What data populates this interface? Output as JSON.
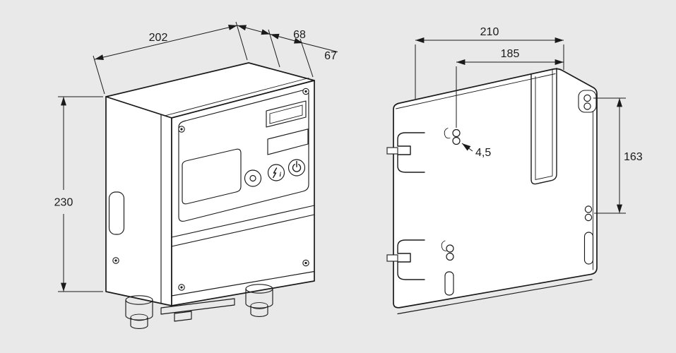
{
  "colors": {
    "background": "#e9e9e9",
    "line": "#1a1a1a",
    "surface": "#ffffff"
  },
  "front_view": {
    "dimensions": {
      "width": "202",
      "depth_rear": "68",
      "depth_front": "67",
      "height": "230"
    },
    "panel": {
      "info_button_label": "i"
    }
  },
  "back_view": {
    "dimensions": {
      "overall_width": "210",
      "hole_spacing_width": "185",
      "hole_diameter": "4,5",
      "hole_spacing_height": "163"
    }
  }
}
